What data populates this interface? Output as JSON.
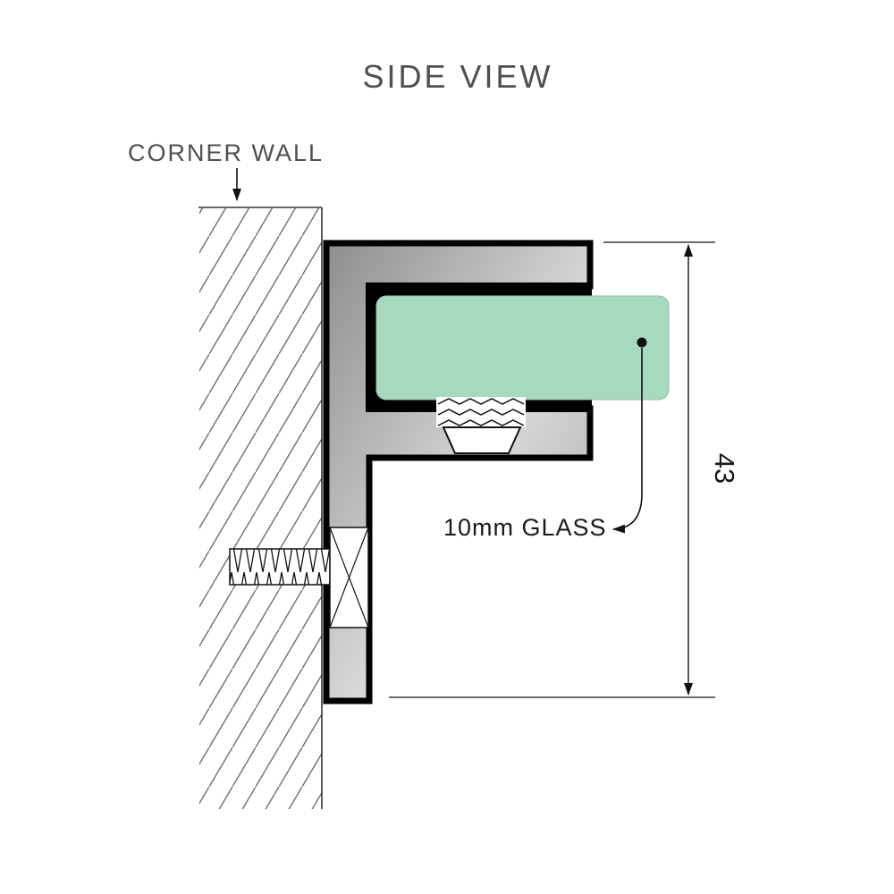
{
  "diagram": {
    "title": "SIDE VIEW",
    "wall_label": "CORNER WALL",
    "glass_label": "10mm GLASS",
    "dimension_value": "43",
    "colors": {
      "text_gray": "#4f4f4f",
      "text_dark": "#1a1a1a",
      "glass_fill": "#a7d8c0",
      "bracket_dark": "#8e8e8e",
      "bracket_light": "#d8d8d8",
      "bracket_mid": "#a2a2a2",
      "outline": "#000000"
    }
  }
}
